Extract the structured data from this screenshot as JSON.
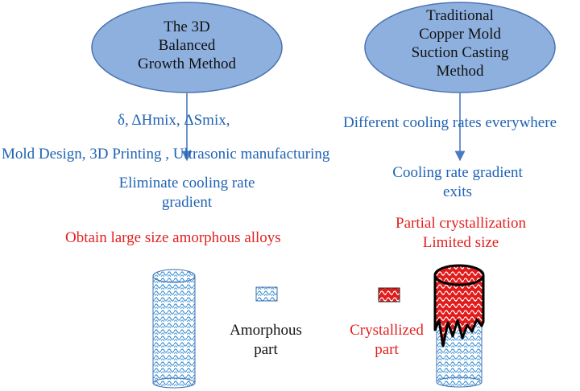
{
  "left": {
    "title_lines": [
      "The 3D",
      "Balanced",
      "Growth Method"
    ],
    "params": "δ, ΔHmix, ΔSmix,",
    "manufacturing": "Mold Design,  3D Printing , Ultrasonic manufacturing",
    "result_lines": [
      "Eliminate cooling rate",
      "gradient"
    ],
    "outcome": "Obtain large size amorphous alloys"
  },
  "right": {
    "title_lines": [
      "Traditional",
      "Copper Mold",
      "Suction Casting",
      "Method"
    ],
    "cooling": "Different cooling rates everywhere",
    "result_lines": [
      "Cooling rate gradient",
      "exits"
    ],
    "outcome_lines": [
      "Partial crystallization",
      "Limited size"
    ]
  },
  "legend": {
    "amorphous_lines": [
      "Amorphous",
      "part"
    ],
    "crystallized_lines": [
      "Crystallized",
      "part"
    ]
  },
  "colors": {
    "ellipse_fill": "#8eb0df",
    "ellipse_stroke": "#4b74b0",
    "blue_text": "#1f63b4",
    "red_text": "#e32020",
    "amorphous_pattern": "#4a97d6",
    "crystallized_pattern": "#e21c1c"
  }
}
